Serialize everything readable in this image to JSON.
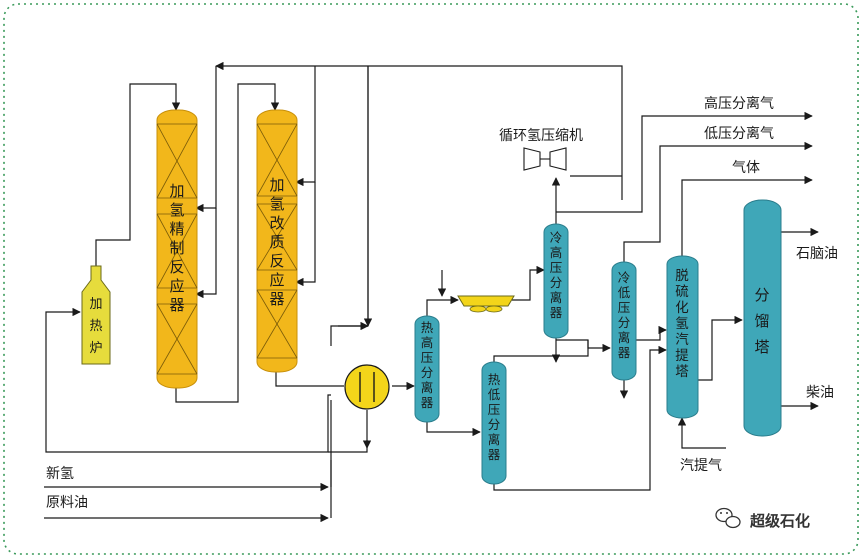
{
  "colors": {
    "frame": "#3a9a5a",
    "reactor": "#f2b71b",
    "reactor_dark": "#c8900a",
    "furnace": "#e6dc3c",
    "vessel": "#3fa7b8",
    "vessel_dark": "#2a7d8c",
    "exchanger": "#f3d51a",
    "compressor": "#ffffff"
  },
  "equipment": {
    "furnace": "加热炉",
    "reactor_refining": "加氢精制反应器",
    "reactor_upgrading": "加氢改质反应器",
    "hot_hp_separator": "热高压分离器",
    "hot_lp_separator": "热低压分离器",
    "cold_hp_separator": "冷高压分离器",
    "cold_lp_separator": "冷低压分离器",
    "h2s_stripper": "脱硫化氢汽提塔",
    "fractionator": "分馏塔",
    "recycle_compressor": "循环氢压缩机"
  },
  "streams": {
    "hp_gas": "高压分离气",
    "lp_gas": "低压分离气",
    "gas": "气体",
    "naphtha": "石脑油",
    "diesel": "柴油",
    "stripping_steam": "汽提气",
    "fresh_h2": "新氢",
    "feed_oil": "原料油"
  },
  "watermark": {
    "text": "超级石化",
    "icon": "wechat-icon"
  }
}
